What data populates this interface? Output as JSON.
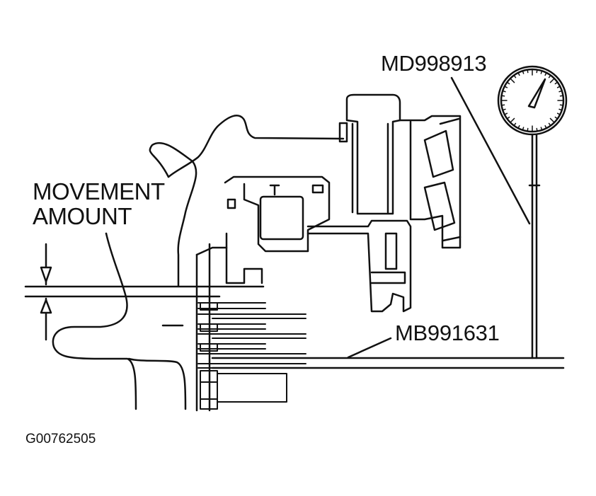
{
  "labels": {
    "movement_line1": "MOVEMENT",
    "movement_line2": "AMOUNT",
    "dial_gauge_tool": "MD998913",
    "measuring_tool": "MB991631",
    "figure_code": "G00762505"
  }
}
